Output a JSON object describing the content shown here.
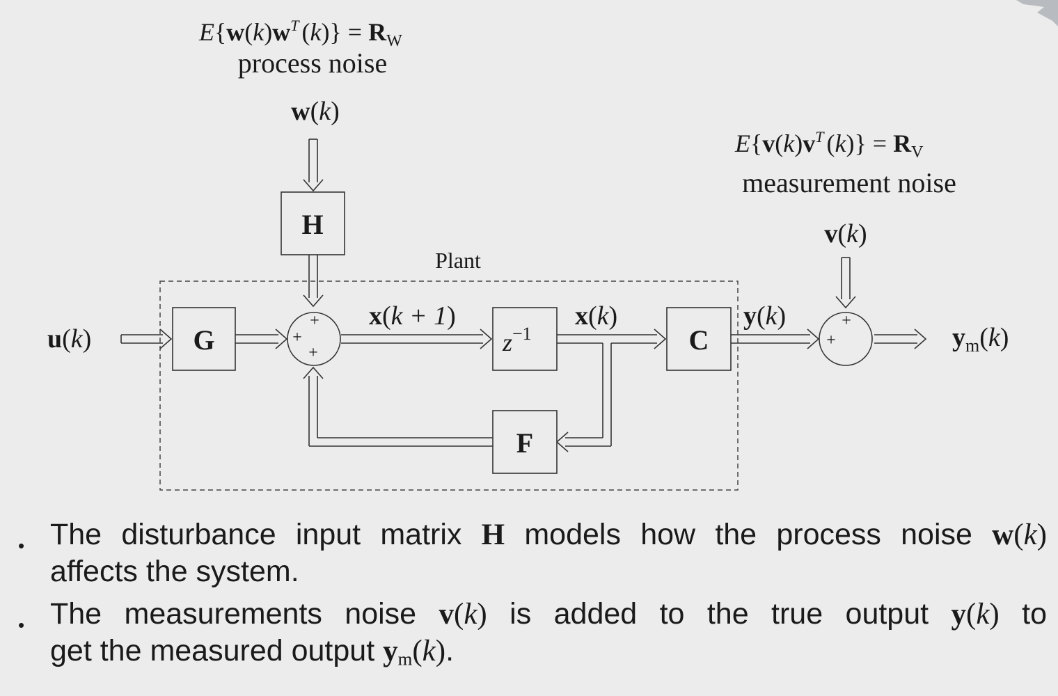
{
  "diagram": {
    "process_noise": {
      "covariance": {
        "E": "E",
        "w": "w",
        "k": "k",
        "T": "T",
        "R": "R",
        "sub": "W"
      },
      "label": "process noise",
      "signal": {
        "var": "w",
        "arg": "k"
      }
    },
    "measurement_noise": {
      "covariance": {
        "E": "E",
        "v": "v",
        "k": "k",
        "T": "T",
        "R": "R",
        "sub": "V"
      },
      "label": "measurement noise",
      "signal": {
        "var": "v",
        "arg": "k"
      }
    },
    "plant_label": "Plant",
    "blocks": {
      "G": "G",
      "H": "H",
      "C": "C",
      "F": "F",
      "delay_base": "z",
      "delay_exp": "−1"
    },
    "signals": {
      "input": {
        "var": "u",
        "arg": "k"
      },
      "next_state": {
        "var": "x",
        "arg": "k + 1"
      },
      "state": {
        "var": "x",
        "arg": "k"
      },
      "output": {
        "var": "y",
        "arg": "k"
      },
      "measured": {
        "var": "y",
        "sub": "m",
        "arg": "k"
      }
    },
    "signs": {
      "plus": "+"
    }
  },
  "bullets": [
    {
      "line1_pre": "The disturbance input matrix ",
      "mat": "H",
      "line1_mid": " models how the process noise ",
      "var": "w",
      "arg": "k",
      "line2": "affects the system."
    },
    {
      "line1_pre": "The measurements noise ",
      "var1": "v",
      "arg1": "k",
      "line1_mid": " is added to the true output ",
      "var2": "y",
      "arg2": "k",
      "line1_end": " to",
      "line2_pre": "get the measured output ",
      "var3": "y",
      "sub3": "m",
      "arg3": "k",
      "line2_end": "."
    }
  ]
}
